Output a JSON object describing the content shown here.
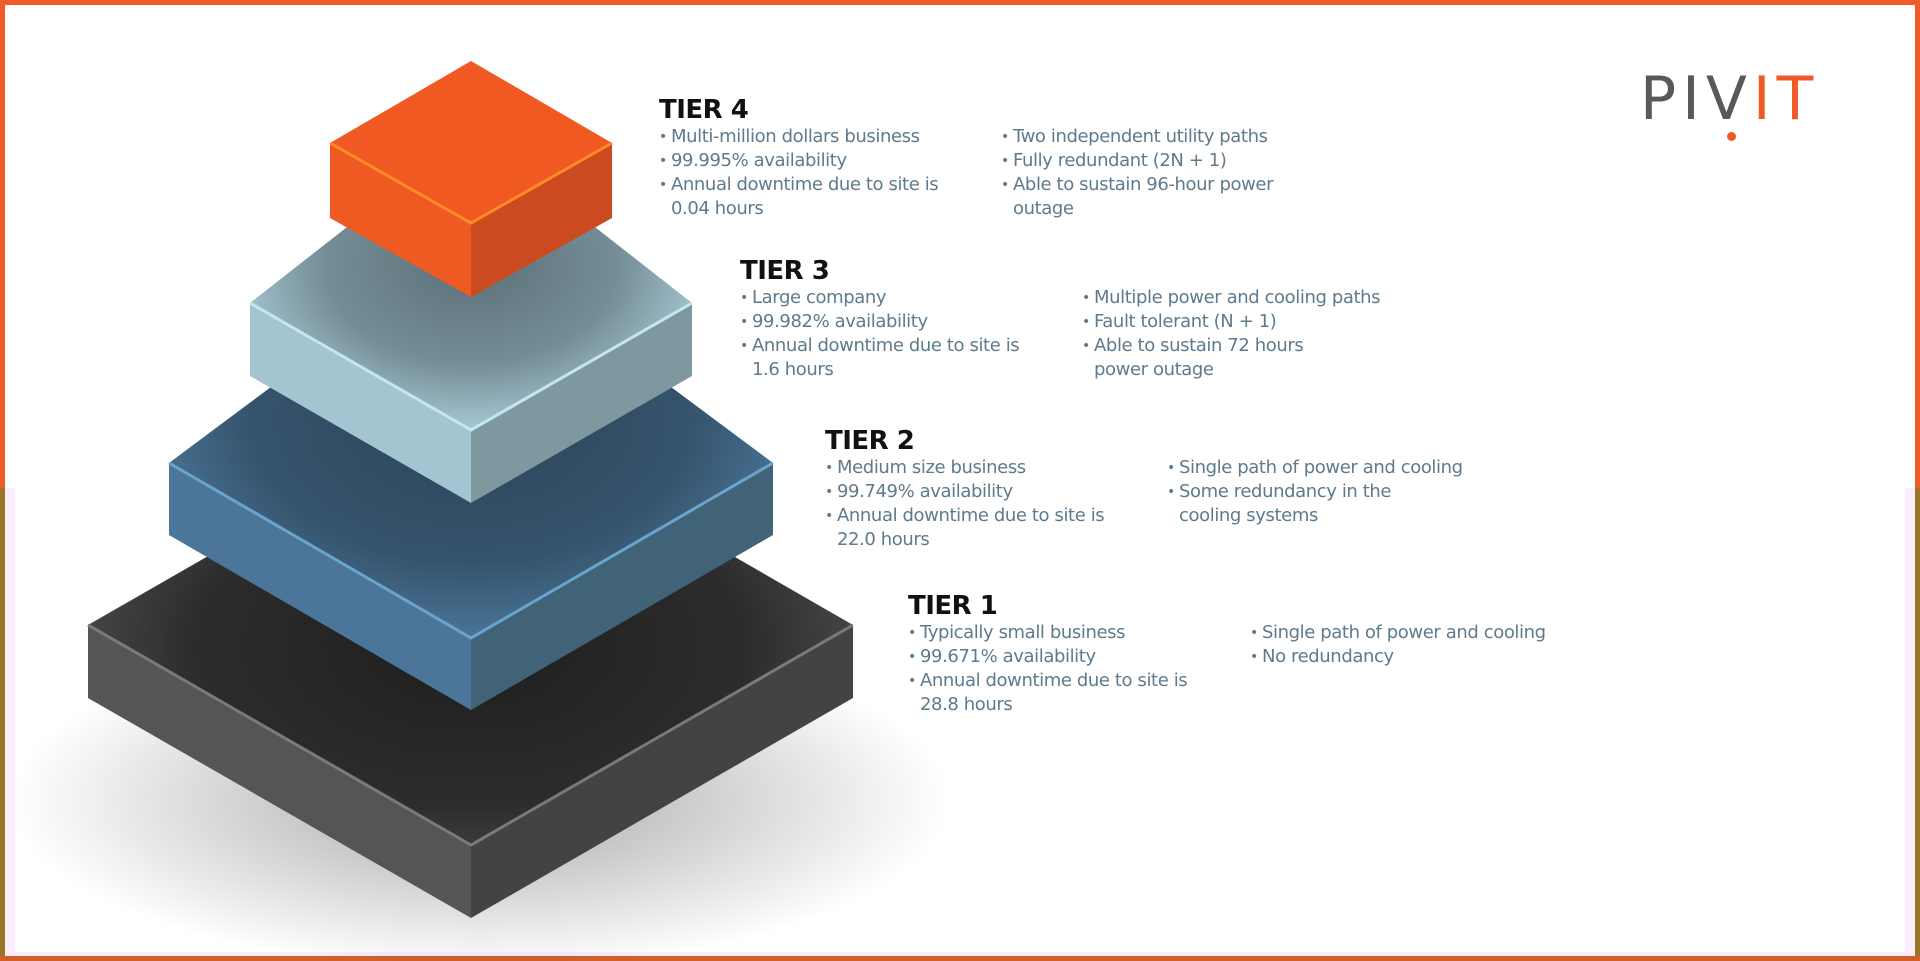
{
  "logo": {
    "part_gray": "PIV",
    "part_orange": "IT",
    "brand_orange": "#f05a28",
    "brand_gray": "#58595b"
  },
  "colors": {
    "border": "#f05a28",
    "tier4": "#f05a22",
    "tier3": "#a4c6d2",
    "tier2": "#4a7699",
    "tier1": "#4a4a4c",
    "text": "#5e7a8c",
    "heading": "#111111"
  },
  "tiers": [
    {
      "title": "TIER 4",
      "left": [
        "Multi-million dollars business",
        "99.995% availability",
        "Annual downtime due to site is",
        "0.04 hours"
      ],
      "right": [
        "Two independent utility paths",
        "Fully redundant (2N + 1)",
        "Able to sustain 96-hour power",
        "outage"
      ]
    },
    {
      "title": "TIER 3",
      "left": [
        "Large company",
        "99.982% availability",
        "Annual downtime due to site is",
        "1.6 hours"
      ],
      "right": [
        "Multiple power and cooling paths",
        "Fault tolerant (N + 1)",
        "Able to sustain 72 hours",
        "power outage"
      ]
    },
    {
      "title": "TIER 2",
      "left": [
        "Medium size business",
        "99.749% availability",
        "Annual downtime due to site is",
        "22.0 hours"
      ],
      "right": [
        "Single path of power and cooling",
        "Some redundancy in the",
        "cooling systems"
      ]
    },
    {
      "title": "TIER 1",
      "left": [
        "Typically small business",
        "99.671% availability",
        "Annual downtime due to site is",
        "28.8 hours"
      ],
      "right": [
        "Single path of power and cooling",
        "No redundancy"
      ]
    }
  ]
}
